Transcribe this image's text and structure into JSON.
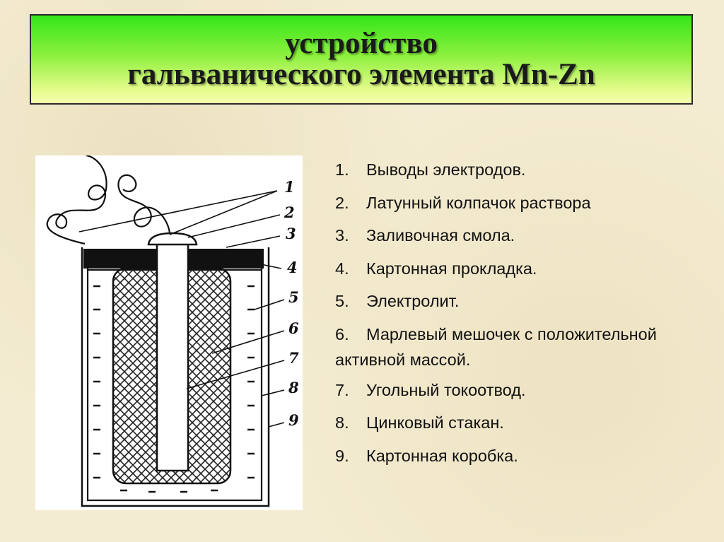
{
  "title": {
    "line1": "устройство",
    "line2": "гальванического элемента Mn-Zn"
  },
  "diagram": {
    "callout_numbers": [
      "1",
      "2",
      "3",
      "4",
      "5",
      "6",
      "7",
      "8",
      "9"
    ]
  },
  "legend": [
    {
      "num": "1.",
      "text": "Выводы электродов."
    },
    {
      "num": "2.",
      "text": "Латунный колпачок раствора"
    },
    {
      "num": "3.",
      "text": "Заливочная смола."
    },
    {
      "num": "4.",
      "text": "Картонная прокладка."
    },
    {
      "num": "5.",
      "text": "Электролит."
    },
    {
      "num": "6.",
      "text": "Марлевый мешочек с положительной активной массой."
    },
    {
      "num": "7.",
      "text": "Угольный токоотвод."
    },
    {
      "num": "8.",
      "text": "Цинковый стакан."
    },
    {
      "num": "9.",
      "text": "Картонная коробка."
    }
  ]
}
